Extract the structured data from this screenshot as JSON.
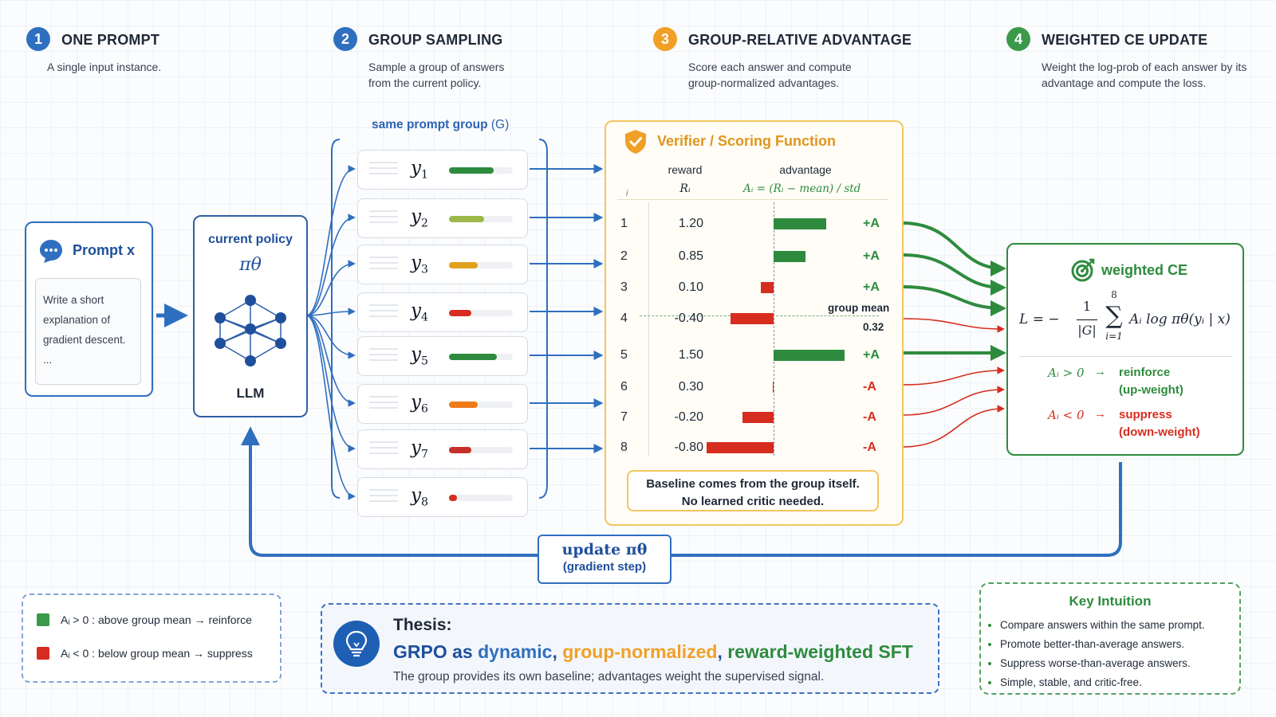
{
  "steps": [
    {
      "num": "1",
      "title": "ONE PROMPT",
      "desc": "A single input instance.",
      "color": "#2f6fbf"
    },
    {
      "num": "2",
      "title": "GROUP SAMPLING",
      "desc": "Sample a group of answers\nfrom the current policy.",
      "color": "#2f6fbf"
    },
    {
      "num": "3",
      "title": "GROUP-RELATIVE ADVANTAGE",
      "desc": "Score each answer and compute\ngroup-normalized advantages.",
      "color": "#f0a027"
    },
    {
      "num": "4",
      "title": "WEIGHTED CE UPDATE",
      "desc": "Weight the log-prob of each answer by its\nadvantage and compute the loss.",
      "color": "#3a9a4a"
    }
  ],
  "prompt": {
    "title": "Prompt x",
    "text": "Write a short\nexplanation of\ngradient descent.\n..."
  },
  "policy": {
    "title": "current policy",
    "symbol": "πθ",
    "model": "LLM"
  },
  "group": {
    "label": "same prompt group",
    "g": "(G)"
  },
  "answers": [
    {
      "label": "y",
      "sub": "1",
      "score": 0.7,
      "color": "#2e8b3e"
    },
    {
      "label": "y",
      "sub": "2",
      "score": 0.55,
      "color": "#9cb84a"
    },
    {
      "label": "y",
      "sub": "3",
      "score": 0.45,
      "color": "#e0a21d"
    },
    {
      "label": "y",
      "sub": "4",
      "score": 0.35,
      "color": "#d62d20"
    },
    {
      "label": "y",
      "sub": "5",
      "score": 0.75,
      "color": "#2e8b3e"
    },
    {
      "label": "y",
      "sub": "6",
      "score": 0.45,
      "color": "#f07b18"
    },
    {
      "label": "y",
      "sub": "7",
      "score": 0.35,
      "color": "#c7302a"
    },
    {
      "label": "y",
      "sub": "8",
      "score": 0.12,
      "color": "#d62d20"
    }
  ],
  "verifier": {
    "title": "Verifier / Scoring Function",
    "col_i": "i",
    "col_reward": "reward",
    "col_reward_sym": "Rᵢ",
    "col_adv": "advantage",
    "col_adv_formula": "Aᵢ = (Rᵢ − mean) / std",
    "group_mean_label": "group mean",
    "group_mean_value": "0.32",
    "rows": [
      {
        "i": "1",
        "reward": "1.20",
        "sign": "+A"
      },
      {
        "i": "2",
        "reward": "0.85",
        "sign": "+A"
      },
      {
        "i": "3",
        "reward": "0.10",
        "sign": "+A"
      },
      {
        "i": "4",
        "reward": "-0.40",
        "sign": ""
      },
      {
        "i": "5",
        "reward": "1.50",
        "sign": "+A"
      },
      {
        "i": "6",
        "reward": "0.30",
        "sign": "-A"
      },
      {
        "i": "7",
        "reward": "-0.20",
        "sign": "-A"
      },
      {
        "i": "8",
        "reward": "-0.80",
        "sign": "-A"
      }
    ],
    "note": "Baseline comes from the group itself.\nNo learned critic needed."
  },
  "ce": {
    "title": "weighted CE",
    "loss_lhs": "L = −",
    "frac_num": "1",
    "frac_den": "|G|",
    "sum_top": "8",
    "sum_bottom": "i=1",
    "loss_term": "Aᵢ log πθ(yᵢ | x)",
    "pos_cond": "Aᵢ > 0",
    "pos_label": "reinforce",
    "pos_sub": "(up-weight)",
    "neg_cond": "Aᵢ < 0",
    "neg_label": "suppress",
    "neg_sub": "(down-weight)",
    "arrow": "→"
  },
  "update": {
    "line1": "update πθ",
    "line2": "(gradient step)"
  },
  "legend": [
    {
      "text": "Aᵢ > 0 : above group mean → reinforce",
      "color": "#3a9a4a"
    },
    {
      "text": "Aᵢ < 0 : below group mean → suppress",
      "color": "#d62d20"
    }
  ],
  "thesis": {
    "heading": "Thesis:",
    "p1": "GRPO as ",
    "w1": "dynamic",
    "p2": ", ",
    "w2": "group-normalized",
    "p3": ", ",
    "w3": "reward-weighted SFT",
    "sub": "The group provides its own baseline; advantages weight the supervised signal."
  },
  "key": {
    "title": "Key Intuition",
    "items": [
      "Compare answers within the same prompt.",
      "Promote better-than-average answers.",
      "Suppress worse-than-average answers.",
      "Simple, stable, and critic-free."
    ]
  },
  "colors": {
    "blue": "#2f6fbf",
    "orange": "#f0a027",
    "green": "#2e8b3e",
    "red": "#d62d20"
  }
}
